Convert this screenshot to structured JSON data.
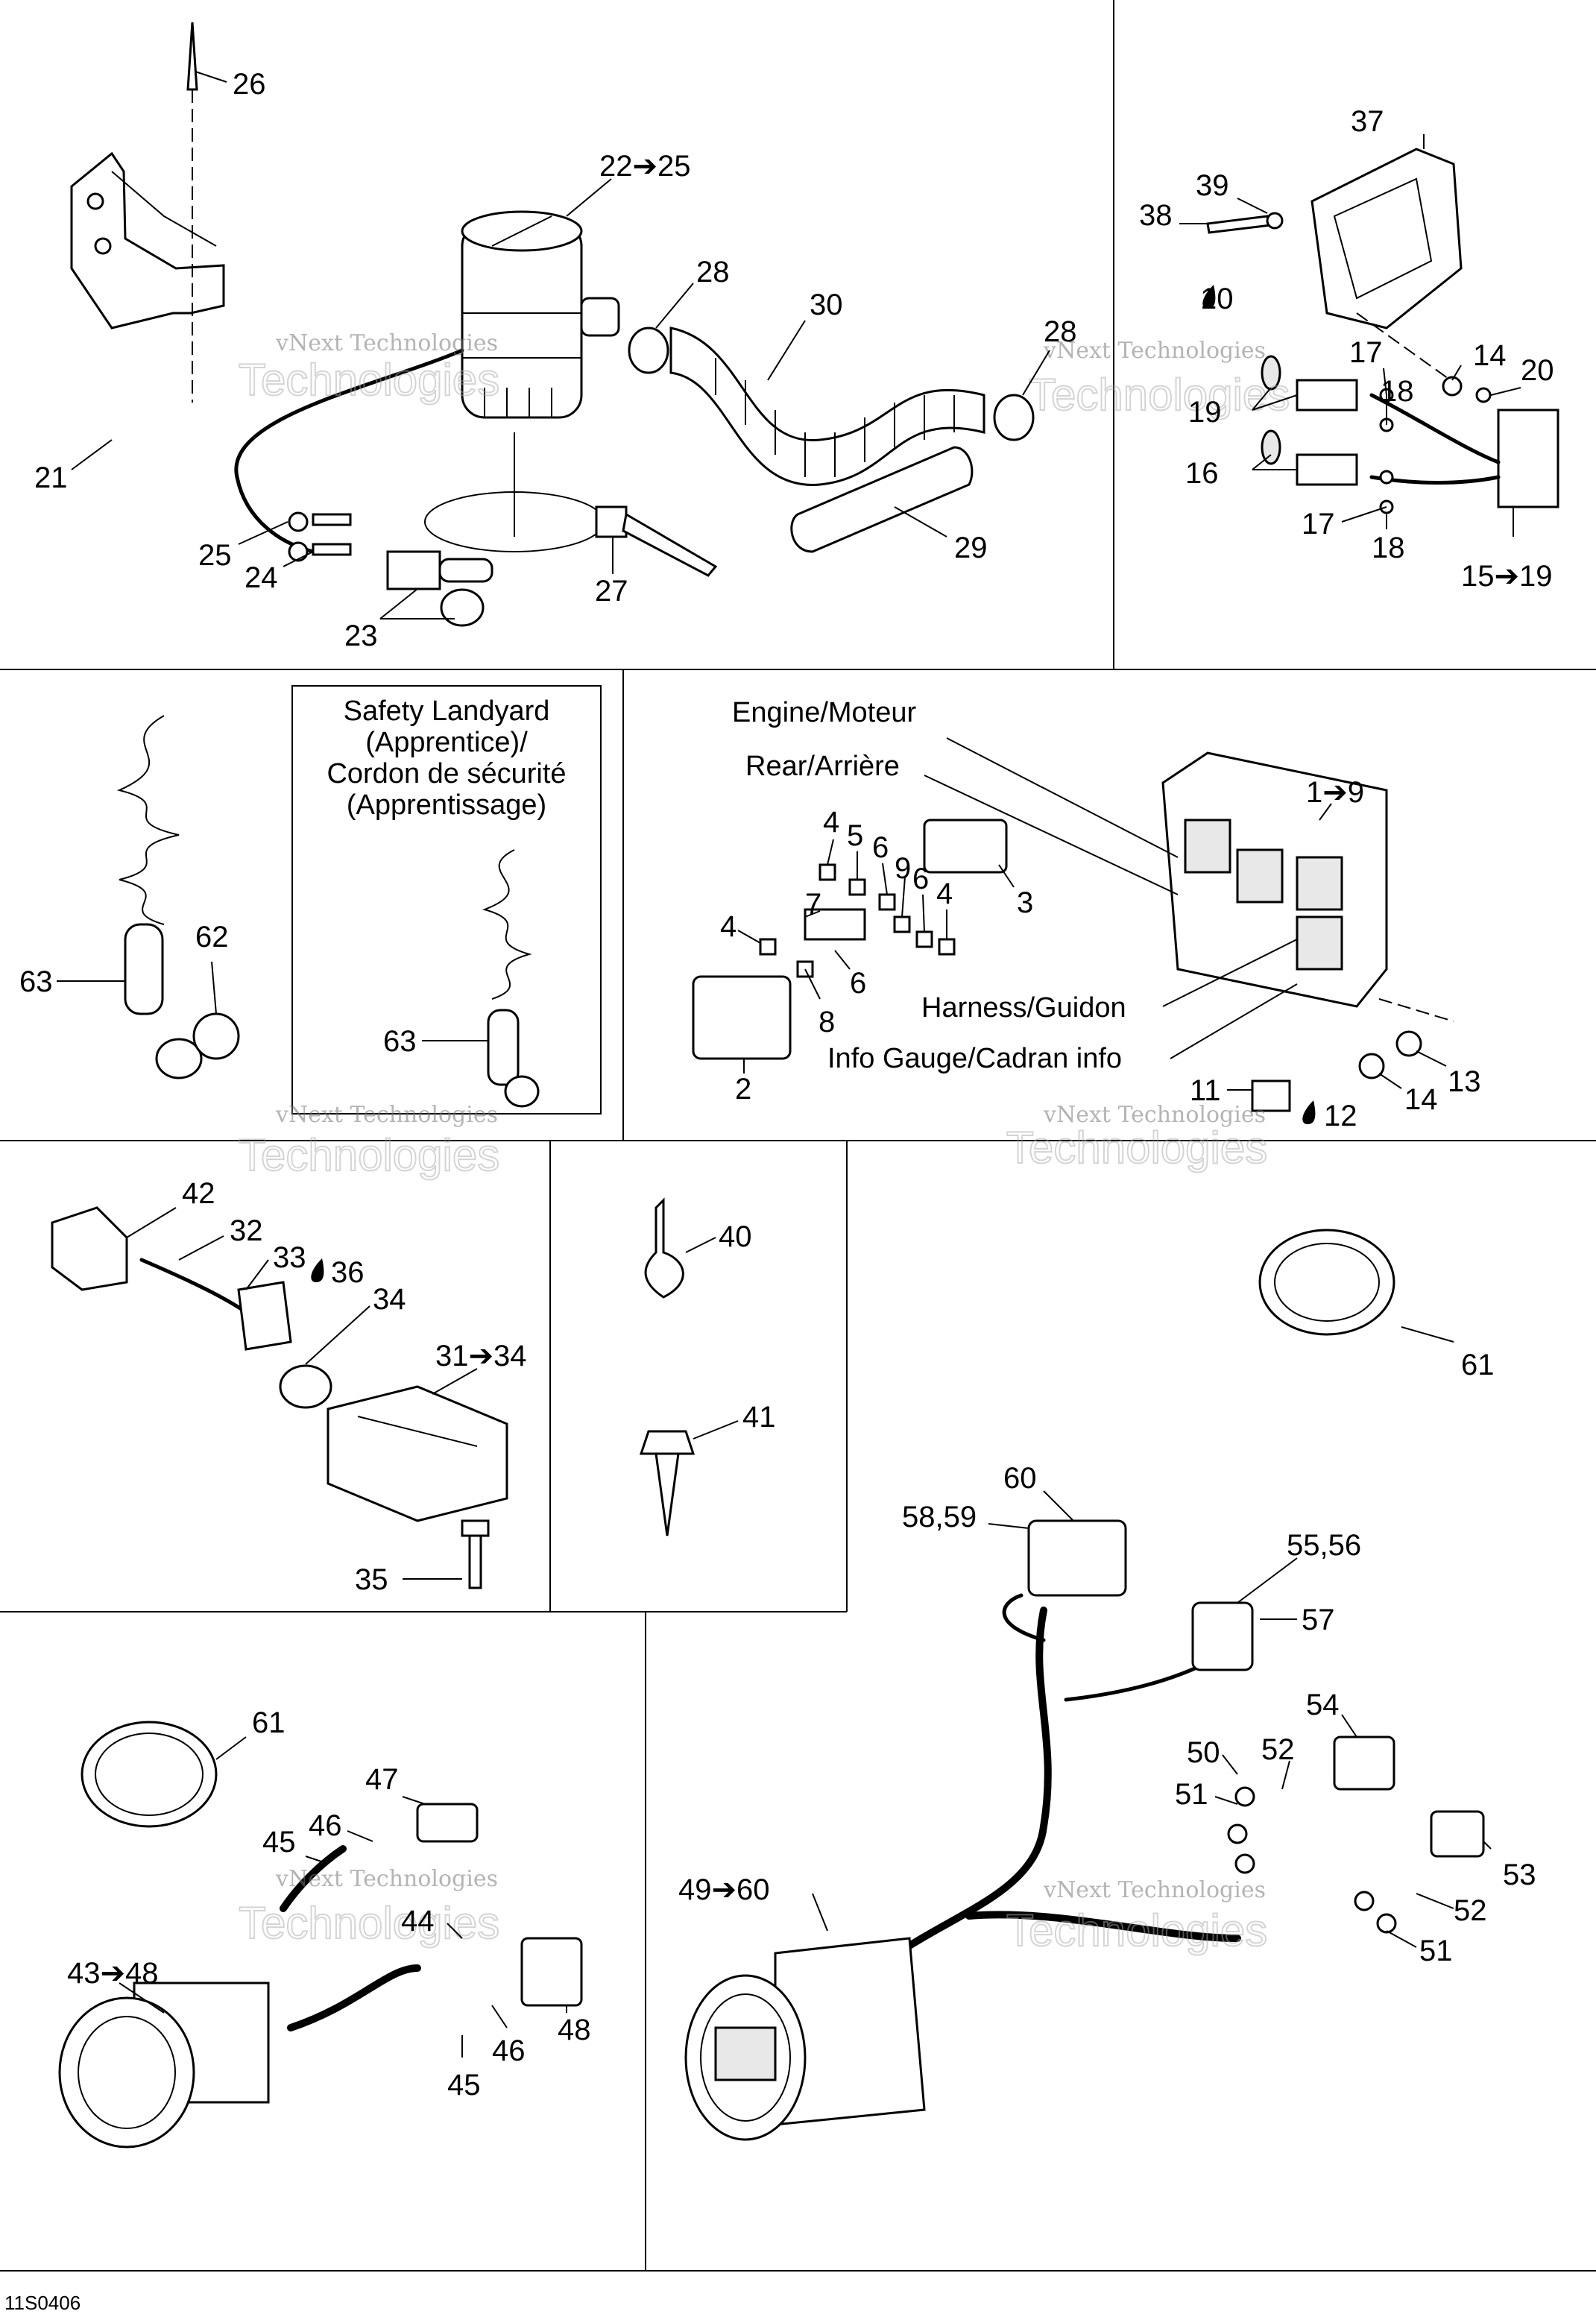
{
  "labels": {
    "engine": "Engine/Moteur",
    "rear": "Rear/Arrière",
    "harness": "Harness/Guidon",
    "info_gauge": "Info Gauge/Cadran info"
  },
  "safety_box": {
    "line1": "Safety Landyard",
    "line2": "(Apprentice)/",
    "line3": "Cordon de sécurité",
    "line4": "(Apprentissage)"
  },
  "watermark": {
    "line1": "vNext Technologies",
    "line2": "Technologies"
  },
  "diagram_code": "11S0406",
  "callouts": {
    "c26": "26",
    "c22_25": "22➔25",
    "c28a": "28",
    "c30": "30",
    "c28b": "28",
    "c21": "21",
    "c25": "25",
    "c24": "24",
    "c23": "23",
    "c27": "27",
    "c29": "29",
    "c37": "37",
    "c39": "39",
    "c38": "38",
    "c10": "10",
    "c17a": "17",
    "c14a": "14",
    "c20": "20",
    "c18a": "18",
    "c19": "19",
    "c16": "16",
    "c17b": "17",
    "c18b": "18",
    "c15_19": "15➔19",
    "c63a": "63",
    "c62": "62",
    "c63b": "63",
    "c1_9": "1➔9",
    "c4a": "4",
    "c5": "5",
    "c6a": "6",
    "c9": "9",
    "c6b": "6",
    "c4b": "4",
    "c3": "3",
    "c7": "7",
    "c4c": "4",
    "c6c": "6",
    "c8": "8",
    "c2": "2",
    "c11": "11",
    "c12": "12",
    "c14b": "14",
    "c13": "13",
    "c42": "42",
    "c32": "32",
    "c33": "33",
    "c36": "36",
    "c34": "34",
    "c31_34": "31➔34",
    "c35": "35",
    "c40": "40",
    "c41": "41",
    "c61a": "61",
    "c60": "60",
    "c58_59": "58,59",
    "c55_56": "55,56",
    "c57": "57",
    "c54": "54",
    "c50": "50",
    "c52a": "52",
    "c51a": "51",
    "c53": "53",
    "c49_60": "49➔60",
    "c52b": "52",
    "c51b": "51",
    "c61b": "61",
    "c47": "47",
    "c46a": "46",
    "c45a": "45",
    "c44": "44",
    "c43_48": "43➔48",
    "c48": "48",
    "c46b": "46",
    "c45b": "45"
  }
}
